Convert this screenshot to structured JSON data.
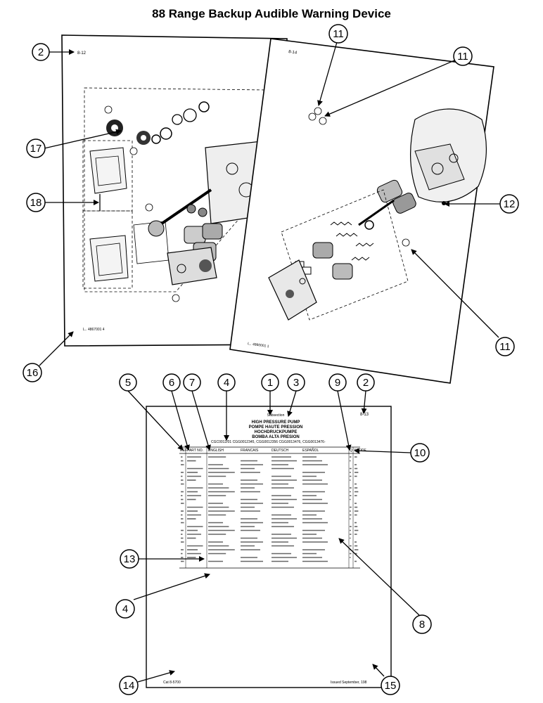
{
  "title": "88 Range Backup Audible Warning Device",
  "callouts": {
    "c1": "1",
    "c2a": "2",
    "c2b": "2",
    "c3": "3",
    "c4a": "4",
    "c4b": "4",
    "c5": "5",
    "c6": "6",
    "c7": "7",
    "c8": "8",
    "c9": "9",
    "c10": "10",
    "c11a": "11",
    "c11b": "11",
    "c11c": "11",
    "c12": "12",
    "c13": "13",
    "c14": "14",
    "c15": "15",
    "c16": "16",
    "c17": "17",
    "c18": "18"
  },
  "left_sheet": {
    "page_ref": "8-12",
    "footer": "L.. 4867001 4"
  },
  "right_sheet": {
    "page_ref": "8-14",
    "footer": "L.. 4860001 1"
  },
  "list_sheet": {
    "section": "Subsection",
    "page_ref": "8-13",
    "heading_lines": [
      "HIGH PRESSURE PUMP",
      "POMPE HAUTE PRESSION",
      "HOCHDRUCKPUMPE",
      "BOMBA ALTA PRESION"
    ],
    "serials": "CGC0012/01 CGG0012345, CGG0012356 CGG0013476, CGG0013476-",
    "columns": [
      "REF",
      "PART NO.",
      "ENGLISH",
      "FRANCAIS",
      "DEUTSCH",
      "ESPAÑOL",
      "Q",
      "YCODE"
    ],
    "footer_left": "Cat 8-5700",
    "footer_right": "Issued September, 198"
  }
}
